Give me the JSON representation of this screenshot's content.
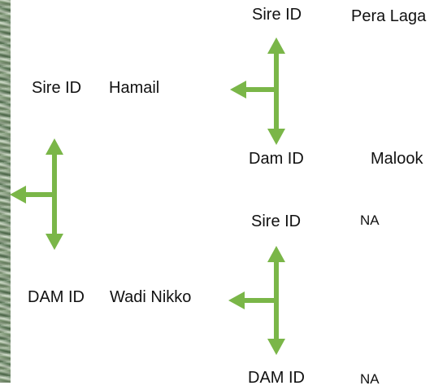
{
  "colors": {
    "arrow": "#7ab648",
    "text": "#111111",
    "background": "#ffffff"
  },
  "nodes": {
    "sire_root": {
      "label": "Sire ID",
      "value": "Hamail"
    },
    "dam_root": {
      "label": "DAM ID",
      "value": "Wadi Nikko"
    },
    "sire_sire": {
      "label": "Sire ID",
      "value": "Pera Laga"
    },
    "sire_dam": {
      "label": "Dam ID",
      "value": "Malook"
    },
    "dam_sire": {
      "label": "Sire ID",
      "value": "NA"
    },
    "dam_dam": {
      "label": "DAM ID",
      "value": "NA"
    }
  },
  "connectors": [
    {
      "id": "root-connector",
      "direction": "left",
      "links": [
        "sire_root",
        "dam_root"
      ]
    },
    {
      "id": "sire-connector",
      "direction": "left",
      "links": [
        "sire_sire",
        "sire_dam"
      ]
    },
    {
      "id": "dam-connector",
      "direction": "left",
      "links": [
        "dam_sire",
        "dam_dam"
      ]
    }
  ]
}
